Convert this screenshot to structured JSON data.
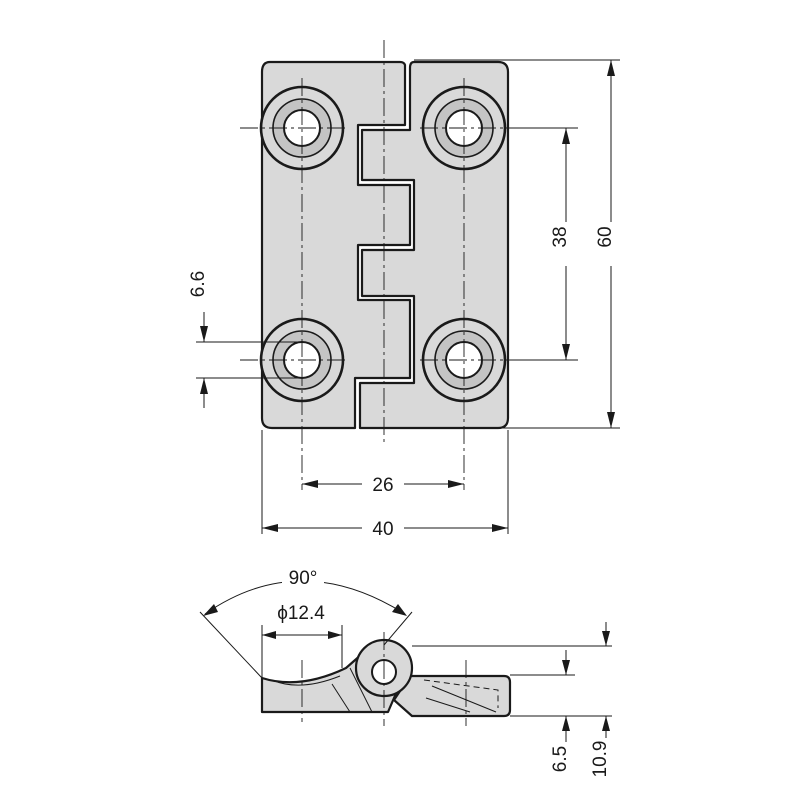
{
  "drawing": {
    "dimensions": {
      "hole_pitch_horizontal": "26",
      "overall_width": "40",
      "hole_pitch_vertical": "38",
      "overall_height": "60",
      "hole_diameter": "6.6",
      "opening_angle": "90°",
      "knuckle_diameter": "ϕ12.4",
      "leaf_thickness": "6.5",
      "overall_thickness": "10.9"
    }
  }
}
